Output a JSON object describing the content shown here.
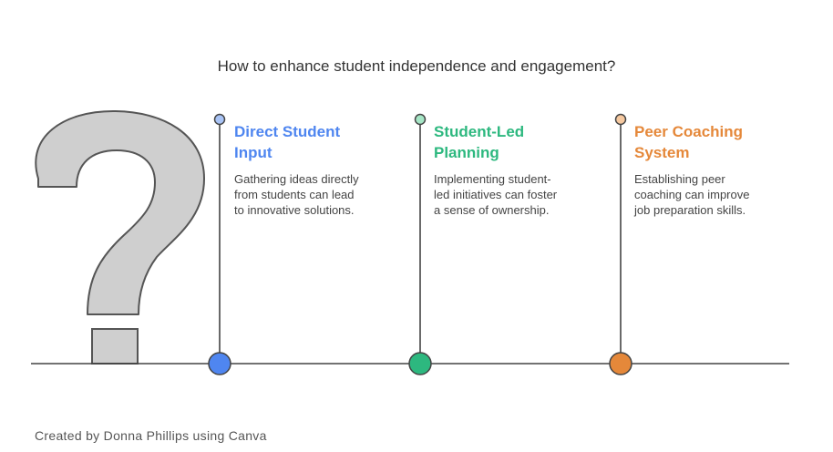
{
  "title": "How to enhance student independence and engagement?",
  "icon": "question-mark-icon",
  "items": [
    {
      "heading_line1": "Direct Student",
      "heading_line2": "Input",
      "desc_line1": "Gathering ideas directly",
      "desc_line2": "from students can lead",
      "desc_line3": "to innovative solutions.",
      "color": "#4F86F0"
    },
    {
      "heading_line1": "Student-Led",
      "heading_line2": "Planning",
      "desc_line1": "Implementing student-",
      "desc_line2": "led initiatives can foster",
      "desc_line3": "a sense of ownership.",
      "color": "#2DB87F"
    },
    {
      "heading_line1": "Peer Coaching",
      "heading_line2": "System",
      "desc_line1": "Establishing peer",
      "desc_line2": "coaching can improve",
      "desc_line3": "job preparation skills.",
      "color": "#E5883A"
    }
  ],
  "credit": "Created by Donna Phillips using Canva"
}
